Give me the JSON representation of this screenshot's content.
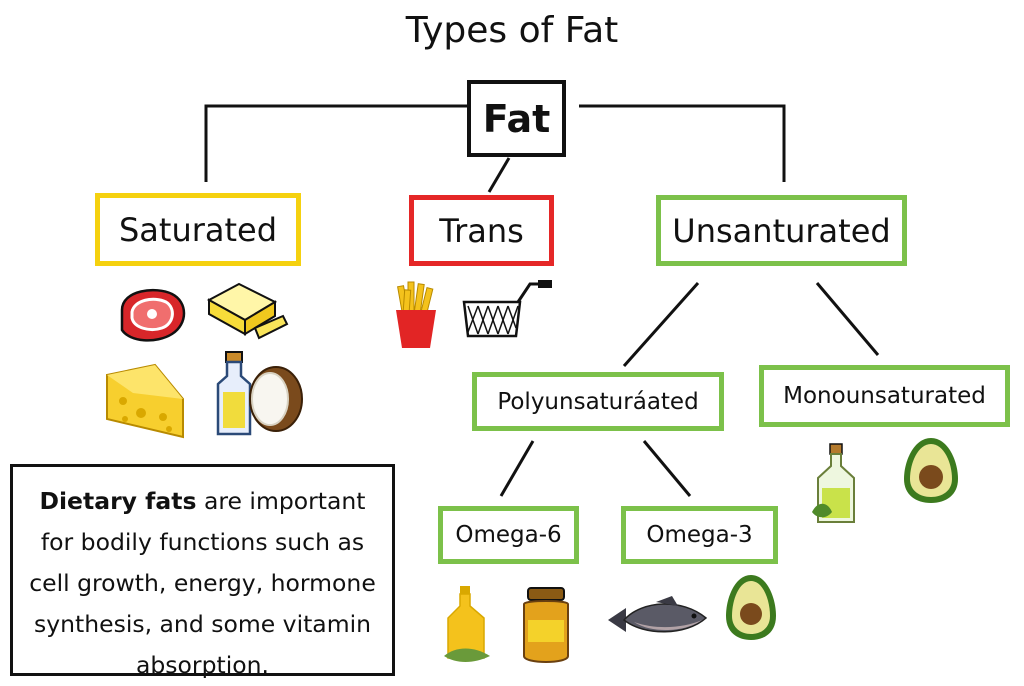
{
  "diagram": {
    "title": "Types of Fat",
    "root": "Fat",
    "categories": {
      "saturated": "Saturated",
      "trans": "Trans",
      "unsaturated": "Unsanturated"
    },
    "subcategories": {
      "polyunsaturated": "Polyunsaturáated",
      "monounsaturated": "Monounsaturated"
    },
    "omegas": {
      "omega6": "Omega-6",
      "omega3": "Omega-3"
    },
    "note": {
      "bold": "Dietary fats",
      "rest": " are important for bodily functions such as cell growth, energy, hormone synthesis, and some vitamin absorption."
    },
    "icons": {
      "saturated": [
        "steak-icon",
        "butter-icon",
        "cheese-icon",
        "oil-bottle-icon",
        "coconut-icon"
      ],
      "trans": [
        "fries-icon",
        "fryer-basket-icon"
      ],
      "monounsaturated": [
        "olive-oil-icon",
        "avocado-icon"
      ],
      "omega6": [
        "oil-bottle-icon",
        "honey-jar-icon"
      ],
      "omega3": [
        "fish-icon",
        "avocado-icon"
      ]
    },
    "colors": {
      "saturated": "#f5d10f",
      "trans": "#e52727",
      "unsaturated": "#7cc14a",
      "root": "#111111"
    }
  }
}
